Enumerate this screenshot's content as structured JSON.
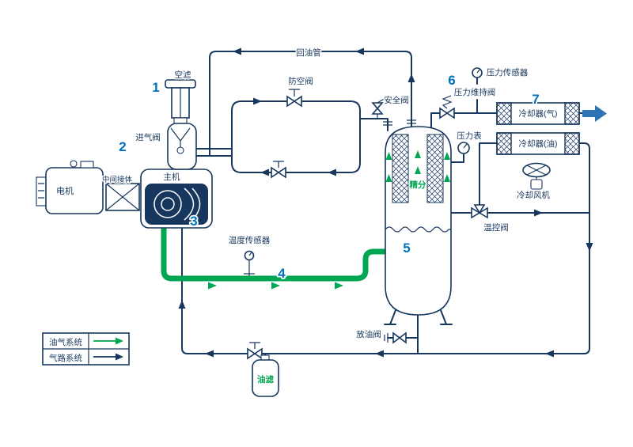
{
  "colors": {
    "pipe": "#17375E",
    "oil_system_green": "#00A651",
    "marker_blue": "#0072BC",
    "outlet_arrow_blue": "#2E74B5",
    "oil_filter_text_green": "#00B050"
  },
  "labels": {
    "air_filter": "空滤",
    "intake_valve": "进气阀",
    "motor": "电机",
    "coupling": "中间接体",
    "airend": "主机",
    "oil_return_pipe": "回油管",
    "blowoff_valve": "防空阀",
    "safety_valve": "安全阀",
    "pressure_sensor": "压力传感器",
    "pressure_maintain_valve": "压力维持阀",
    "air_cooler": "冷却器(气)",
    "oil_cooler": "冷却器(油)",
    "cooling_fan": "冷却风机",
    "pressure_gauge": "压力表",
    "separator_element": "精分",
    "temp_control_valve": "温控阀",
    "temperature_sensor": "温度传感器",
    "oil_drain_valve": "放油阀",
    "oil_filter": "油滤"
  },
  "markers": {
    "n1": "1",
    "n2": "2",
    "n3": "3",
    "n4": "4",
    "n5": "5",
    "n6": "6",
    "n7": "7"
  },
  "legend": {
    "oil_gas_system": "油气系统",
    "air_system": "气路系统"
  }
}
